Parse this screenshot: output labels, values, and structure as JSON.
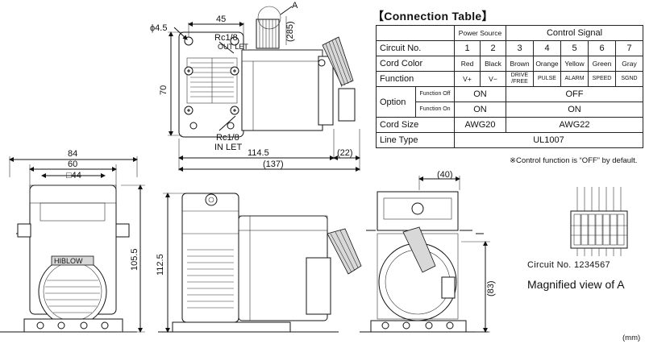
{
  "connection_table": {
    "title": "【Connection Table】",
    "header_power_source": "Power Source",
    "header_control_signal": "Control Signal",
    "row_circuit_no": {
      "label": "Circuit No.",
      "values": [
        "1",
        "2",
        "3",
        "4",
        "5",
        "6",
        "7"
      ]
    },
    "row_cord_color": {
      "label": "Cord Color",
      "values": [
        "Red",
        "Black",
        "Brown",
        "Orange",
        "Yellow",
        "Green",
        "Gray"
      ]
    },
    "row_function": {
      "label": "Function",
      "values": [
        "V+",
        "V−",
        "DRIVE /FREE",
        "PULSE",
        "ALARM",
        "SPEED",
        "SGND"
      ]
    },
    "row_option": {
      "label": "Option",
      "function_off_label": "Function Off",
      "function_on_label": "Function On",
      "off_power": "ON",
      "off_control": "OFF",
      "on_power": "ON",
      "on_control": "ON"
    },
    "row_cord_size": {
      "label": "Cord Size",
      "power": "AWG20",
      "control": "AWG22"
    },
    "row_line_type": {
      "label": "Line Type",
      "value": "UL1007"
    },
    "note": "※Control function is “OFF” by default."
  },
  "dimensions": {
    "top_hole": "ϕ4.5",
    "top_width_45": "45",
    "top_285": "(285)",
    "detail_callout": "A",
    "port_out": "Rc1/8",
    "port_out_label": "OUT LET",
    "port_in": "Rc1/8",
    "port_in_label": "IN LET",
    "height_70": "70",
    "length_114_5": "114.5",
    "length_22": "(22)",
    "length_137": "(137)",
    "front_84": "84",
    "front_60": "60",
    "front_44": "□44",
    "front_105_5": "105.5",
    "front_brand": "HIBLOW",
    "side_112_5": "112.5",
    "rear_40": "(40)",
    "rear_83": "(83)"
  },
  "magnified": {
    "circuit_label": "Circuit No. 1234567",
    "caption": "Magnified view of A"
  },
  "unit": "(mm)"
}
